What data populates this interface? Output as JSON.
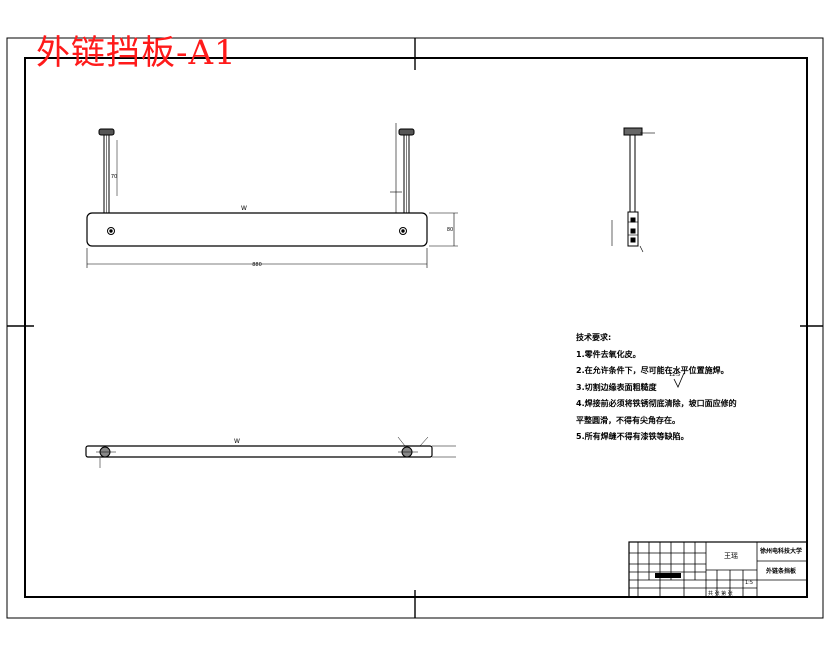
{
  "drawing_title": "外链挡板-A1",
  "tech_requirements": {
    "heading": "技术要求:",
    "items": [
      "1.零件去氧化皮。",
      "2.在允许条件下，尽可能在水平位置施焊。",
      "3.切割边缘表面粗糙度",
      "4.焊接前必须将铁锈彻底清除，坡口面应修的",
      "平整圆滑，不得有尖角存在。",
      "5.所有焊缝不得有漆铁等缺陷。"
    ],
    "roughness_value": "12.5"
  },
  "title_block": {
    "designer": "王瑶",
    "school": "徐州电科技大学",
    "part_name": "外链条挡板",
    "scale": "1:5",
    "sheet": "共 张 第 张"
  },
  "dimensions": {
    "overall_length": "880",
    "top_length": "W",
    "height_label": "80",
    "pin_height": "70"
  }
}
